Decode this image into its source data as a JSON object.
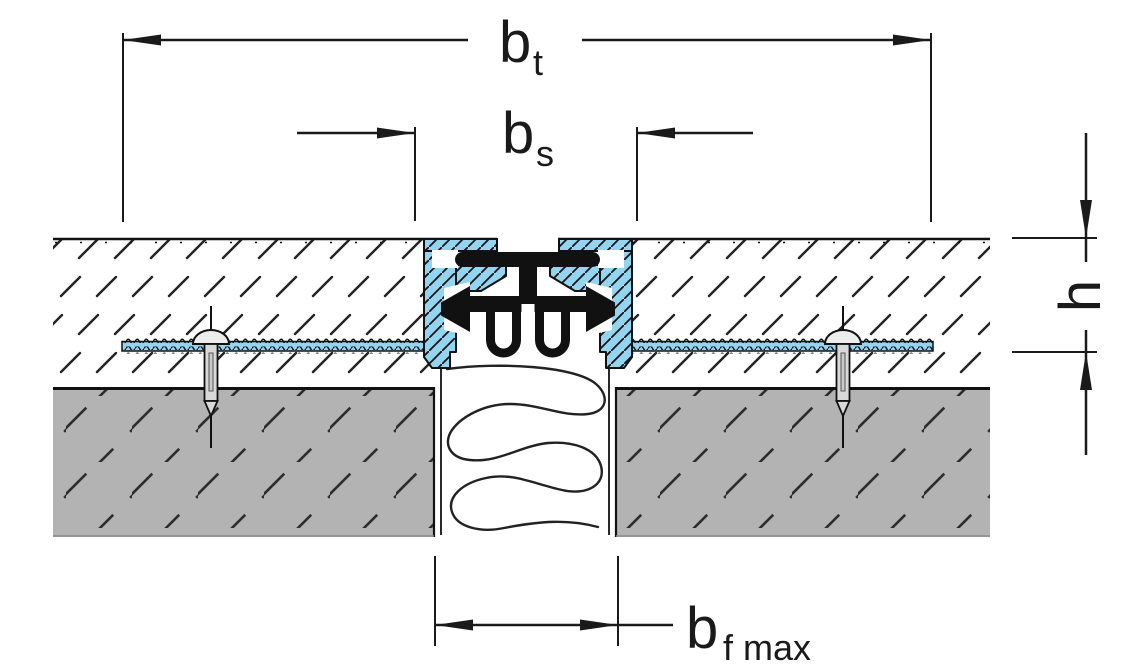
{
  "diagram": {
    "labels": {
      "bt": {
        "base": "b",
        "sub": "t"
      },
      "bs": {
        "base": "b",
        "sub": "s"
      },
      "h": {
        "base": "h",
        "sub": ""
      },
      "bf_max": {
        "base": "b",
        "sub": "f max"
      }
    },
    "colors": {
      "profile_blue": "#93d5f0",
      "slab_gray": "#b3b3b3",
      "line_black": "#1a1a1a",
      "screw_gray": "#d9d9d9",
      "background": "#ffffff"
    }
  }
}
